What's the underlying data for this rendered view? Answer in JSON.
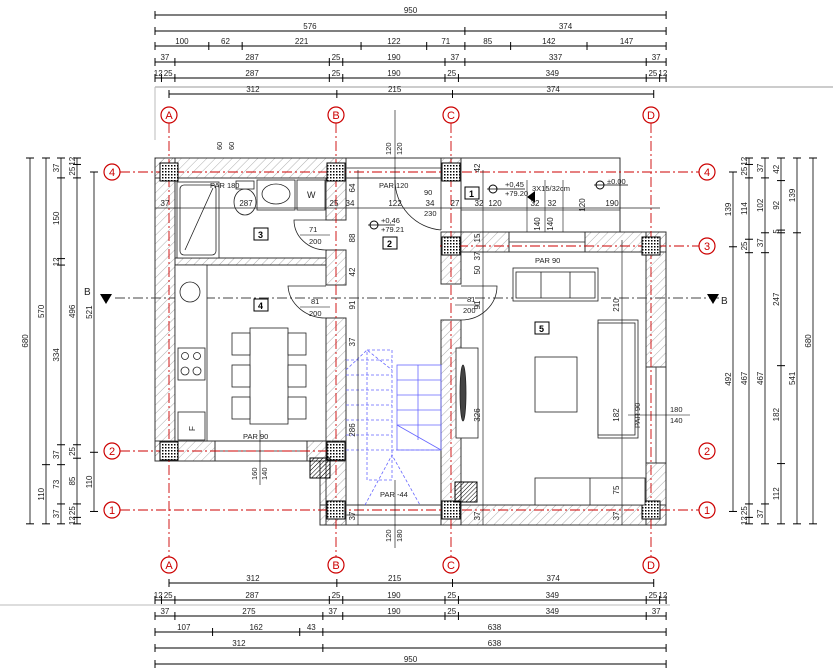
{
  "dimensions": {
    "top": [
      [
        950
      ],
      [
        576,
        374
      ],
      [
        100,
        62,
        221,
        122,
        71,
        85,
        142,
        147
      ],
      [
        37,
        287,
        25,
        190,
        37,
        337,
        37
      ],
      [
        12,
        25,
        287,
        25,
        190,
        25,
        349,
        25,
        12
      ],
      [
        312,
        215,
        374
      ]
    ],
    "bottom": [
      [
        312,
        215,
        374
      ],
      [
        12,
        25,
        287,
        25,
        190,
        25,
        349,
        25,
        12
      ],
      [
        37,
        275,
        37,
        190,
        25,
        349,
        37
      ],
      [
        107,
        162,
        43,
        638
      ],
      [
        312,
        638
      ],
      [
        950
      ]
    ],
    "left": [
      [
        680
      ],
      [
        570,
        110
      ],
      [
        37,
        150,
        12,
        334,
        37,
        73,
        37
      ],
      [
        12,
        25,
        496,
        25,
        85,
        25,
        12
      ],
      [
        521,
        110
      ]
    ],
    "right": [
      [
        139,
        492
      ],
      [
        12,
        25,
        114,
        25,
        467,
        25,
        12
      ],
      [
        37,
        102,
        37,
        467,
        37
      ],
      [
        42,
        92,
        5,
        247,
        182,
        112
      ],
      [
        139,
        541
      ],
      [
        680
      ]
    ]
  },
  "axes": {
    "columns": [
      "A",
      "B",
      "C",
      "D"
    ],
    "rows": [
      "4",
      "3",
      "2",
      "1"
    ],
    "section": "B"
  },
  "rooms": [
    "1",
    "2",
    "3",
    "4",
    "5"
  ],
  "labels": {
    "par180": "PAR 180",
    "par120": "PAR 120",
    "par90_kitchen": "PAR 90",
    "par90_living": "PAR 90",
    "par90_living_v": "PAR 90",
    "par_44": "PAR -44",
    "wc": "W",
    "fridge": "F",
    "level1a": "+0,46",
    "level1b": "+79.21",
    "level2a": "+0,45",
    "level2b": "+79.20",
    "level3": "±0.00",
    "stairs_spec": "3X15/32cm",
    "door_bath_w": "71",
    "door_bath_h": "200",
    "door_kitchen_w": "81",
    "door_kitchen_h": "200",
    "door_living_w": "81",
    "door_living_h": "200",
    "door_entry_w": "90",
    "door_entry_h": "230",
    "win_kitchen_w": "160",
    "win_kitchen_h": "140",
    "win_top_w": "120",
    "win_top_h": "120",
    "win_bottom_w": "120",
    "win_bottom_h": "180",
    "win_right_w": "180",
    "win_right_h": "140",
    "top60a": "60",
    "top60b": "60"
  },
  "inner_dims": {
    "row_a": [
      "37",
      "287",
      "25",
      "34",
      "122",
      "34",
      "27",
      "32",
      "120",
      "32",
      "32",
      "190"
    ],
    "d64": "64",
    "d88": "88",
    "d42": "42",
    "d91a": "91",
    "d37a": "37",
    "d286": "286",
    "d326": "326",
    "d210": "210",
    "d182": "182",
    "d75": "75",
    "d42b": "42",
    "d15": "15",
    "d37b": "37",
    "d50": "50",
    "d91b": "91",
    "d37c": "37",
    "d120v": "120",
    "d140a": "140",
    "d140b": "140",
    "d37d": "37",
    "d37e": "37"
  },
  "colors": {
    "axis": "#cc0000",
    "stairs": "#6666ff",
    "wall": "#333333"
  }
}
